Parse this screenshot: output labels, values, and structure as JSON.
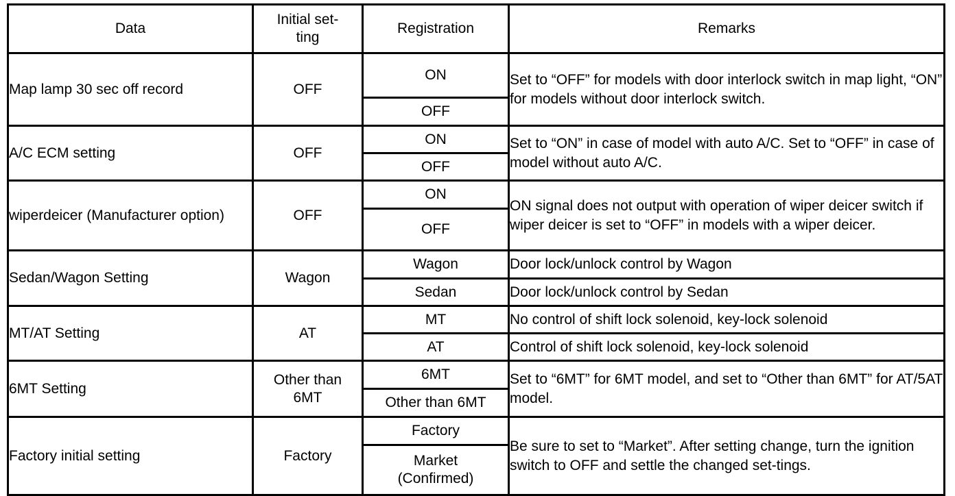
{
  "table": {
    "headers": [
      {
        "label": "Data",
        "name": "header-data"
      },
      {
        "label": "Initial set-\nting",
        "name": "header-initial-setting"
      },
      {
        "label": "Registration",
        "name": "header-registration"
      },
      {
        "label": "Remarks",
        "name": "header-remarks"
      }
    ],
    "rows": [
      {
        "data": "Map lamp 30 sec off record",
        "initial": "OFF",
        "registrations": [
          "ON",
          "OFF"
        ],
        "remarks_merged": "Set to “OFF” for models with door interlock switch in map light, “ON” for models without door interlock switch.",
        "remarks_split": null
      },
      {
        "data": "A/C ECM setting",
        "initial": "OFF",
        "registrations": [
          "ON",
          "OFF"
        ],
        "remarks_merged": "Set to “ON” in case of model with auto A/C. Set to “OFF” in case of model without auto A/C.",
        "remarks_split": null
      },
      {
        "data": "wiperdeicer (Manufacturer option)",
        "initial": "OFF",
        "registrations": [
          "ON",
          "OFF"
        ],
        "remarks_merged": "ON signal does not output with operation of wiper deicer switch if wiper deicer is set to “OFF” in models with a wiper deicer.",
        "remarks_split": null
      },
      {
        "data": "Sedan/Wagon Setting",
        "initial": "Wagon",
        "registrations": [
          "Wagon",
          "Sedan"
        ],
        "remarks_merged": null,
        "remarks_split": [
          "Door lock/unlock control by Wagon",
          "Door lock/unlock control by Sedan"
        ]
      },
      {
        "data": "MT/AT Setting",
        "initial": "AT",
        "registrations": [
          "MT",
          "AT"
        ],
        "remarks_merged": null,
        "remarks_split": [
          "No control of shift lock solenoid, key-lock solenoid",
          "Control of shift lock solenoid, key-lock solenoid"
        ]
      },
      {
        "data": "6MT Setting",
        "initial": "Other than\n6MT",
        "registrations": [
          "6MT",
          "Other than 6MT"
        ],
        "remarks_merged": "Set to “6MT” for 6MT model, and set to “Other than 6MT” for AT/5AT model.",
        "remarks_split": null
      },
      {
        "data": "Factory initial setting",
        "initial": "Factory",
        "registrations": [
          "Factory",
          "Market\n(Confirmed)"
        ],
        "remarks_merged": "Be sure to set to “Market”. After setting change, turn the ignition switch to OFF and settle the changed set-tings.",
        "remarks_split": null
      }
    ]
  }
}
